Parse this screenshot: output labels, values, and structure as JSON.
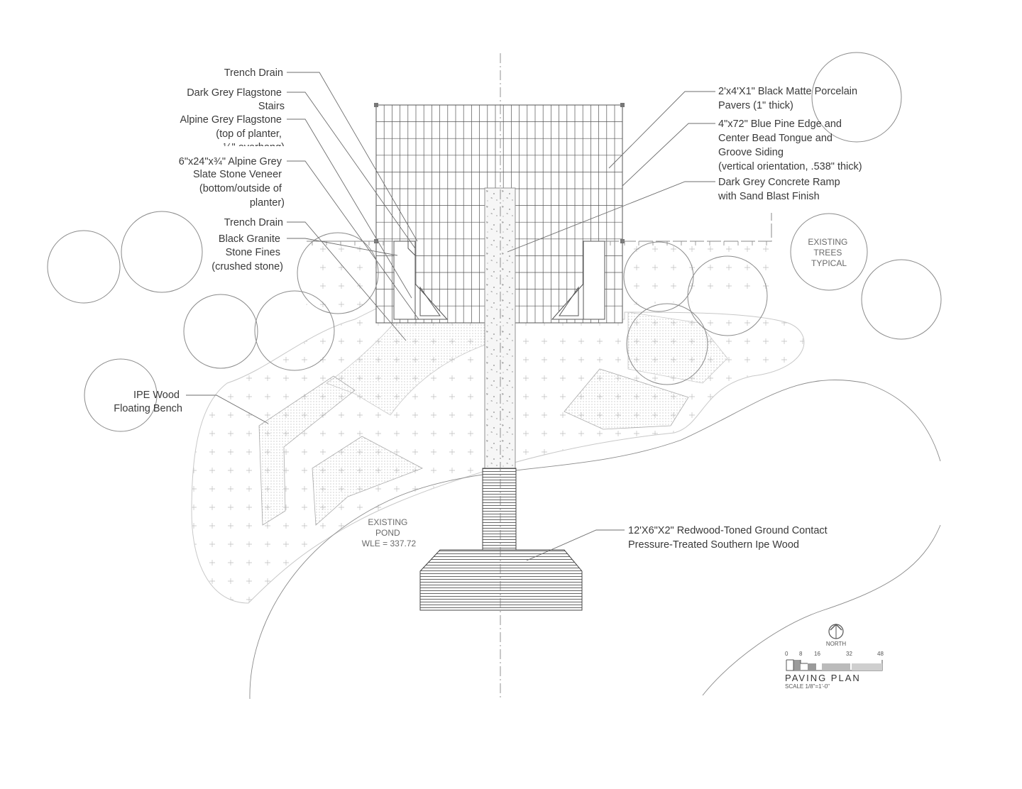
{
  "labels": {
    "trench_drain_1": "Trench Drain",
    "dark_grey_flagstone": [
      "Dark Grey Flagstone",
      "Stairs"
    ],
    "alpine_grey_flagstone": [
      "Alpine Grey Flagstone",
      "(top of planter,",
      "¼\" overhang)"
    ],
    "slate_veneer": [
      "6\"x24\"x¾\" Alpine Grey",
      "Slate Stone Veneer",
      "(bottom/outside of",
      "planter)"
    ],
    "trench_drain_2": "Trench Drain",
    "granite_fines": [
      "Black Granite",
      "Stone Fines",
      "(crushed stone)"
    ],
    "porcelain_pavers": [
      "2'x4'X1\" Black Matte Porcelain",
      "Pavers (1\" thick)"
    ],
    "pine_siding": [
      "4\"x72\" Blue Pine Edge and",
      "Center Bead Tongue and",
      "Groove Siding",
      "(vertical orientation, .538\" thick)"
    ],
    "concrete_ramp": [
      "Dark Grey Concrete Ramp",
      "with Sand Blast Finish"
    ],
    "existing_trees": [
      "EXISTING",
      "TREES",
      "TYPICAL"
    ],
    "ipe_bench": [
      "IPE Wood",
      "Floating Bench"
    ],
    "pond": [
      "EXISTING",
      "POND",
      "WLE = 337.72"
    ],
    "redwood_deck": [
      "12'X6\"X2\" Redwood-Toned Ground Contact",
      "Pressure-Treated Southern Ipe Wood"
    ]
  },
  "north_arrow": {
    "label": "NORTH"
  },
  "scale_bar": {
    "ticks": [
      "0",
      "8",
      "16",
      "32",
      "48"
    ]
  },
  "title_block": {
    "title": "PAVING PLAN",
    "scale": "SCALE 1/8\"=1'-0\""
  }
}
